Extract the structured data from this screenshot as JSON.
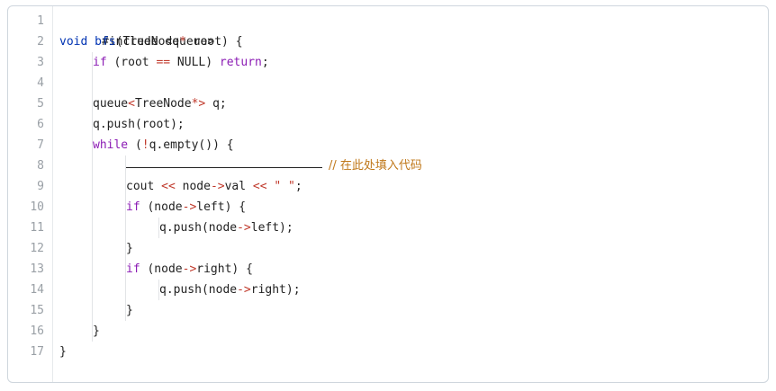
{
  "colors": {
    "keyword": "#0033b3",
    "control": "#8b1bb4",
    "operator": "#c0392b",
    "comment": "#c0781a",
    "text": "#222222",
    "line_number": "#9aa0a6"
  },
  "line_numbers": [
    "1",
    "2",
    "3",
    "4",
    "5",
    "6",
    "7",
    "8",
    "9",
    "10",
    "11",
    "12",
    "13",
    "14",
    "15",
    "16",
    "17"
  ],
  "code": {
    "l1": "#include <queue>",
    "l2_kw": "void",
    "l2_fn": "bfs",
    "l2_a": "(TreeNode",
    "l2_star": "*",
    "l2_b": " root) {",
    "l3_if": "if",
    "l3_a": " (root ",
    "l3_eq": "==",
    "l3_b": " NULL) ",
    "l3_ret": "return",
    "l3_c": ";",
    "l5_a": "queue",
    "l5_lt": "<",
    "l5_b": "TreeNode",
    "l5_star": "*>",
    "l5_c": " q;",
    "l6": "q.push(root);",
    "l7_kw": "while",
    "l7_a": " (",
    "l7_not": "!",
    "l7_b": "q.empty()) {",
    "l8_comment": "// 在此处填入代码",
    "l9_a": "cout ",
    "l9_op1": "<<",
    "l9_b": " node",
    "l9_arrow": "->",
    "l9_c": "val ",
    "l9_op2": "<<",
    "l9_str": " \" \"",
    "l9_d": ";",
    "l10_if": "if",
    "l10_a": " (node",
    "l10_arrow": "->",
    "l10_b": "left) {",
    "l11_a": "q.push(node",
    "l11_arrow": "->",
    "l11_b": "left);",
    "l12": "}",
    "l13_if": "if",
    "l13_a": " (node",
    "l13_arrow": "->",
    "l13_b": "right) {",
    "l14_a": "q.push(node",
    "l14_arrow": "->",
    "l14_b": "right);",
    "l15": "}",
    "l16": "}",
    "l17": "}"
  }
}
